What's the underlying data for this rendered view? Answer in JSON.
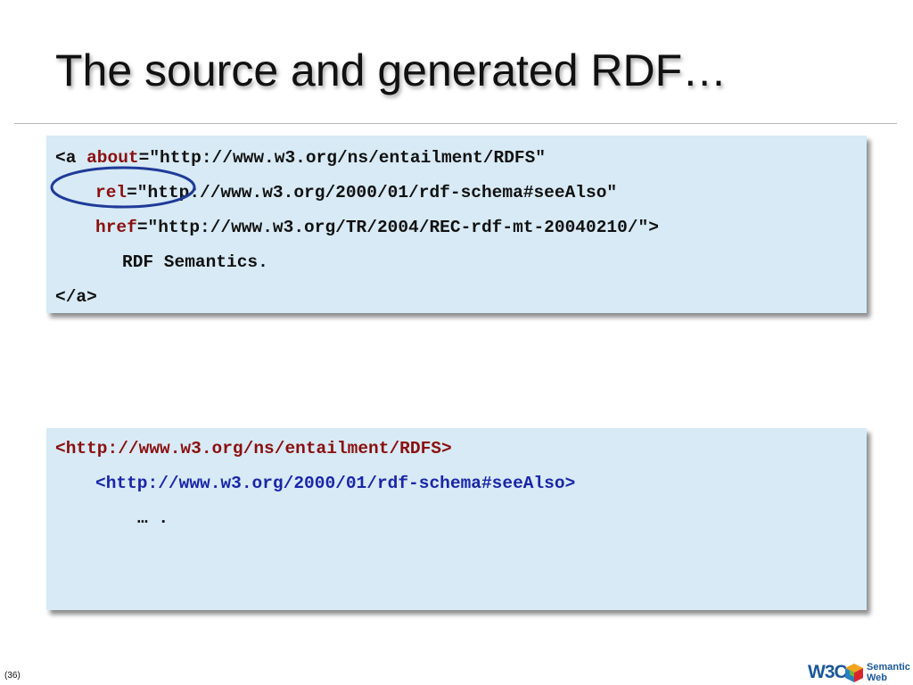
{
  "slide": {
    "title": "The source and generated RDF…",
    "page_number": "(36)"
  },
  "source_box": {
    "line1_open": "<a ",
    "line1_attr": "about",
    "line1_value": "=\"http://www.w3.org/ns/entailment/RDFS\"",
    "line2_attr": "rel",
    "line2_value": "=\"http://www.w3.org/2000/01/rdf-schema#seeAlso\"",
    "line3_attr": "href",
    "line3_value": "=\"http://www.w3.org/TR/2004/REC-rdf-mt-20040210/\">",
    "line4_text": "RDF Semantics.",
    "line5_close": "</a>"
  },
  "generated_box": {
    "subject": "<http://www.w3.org/ns/entailment/RDFS>",
    "predicate": "<http://www.w3.org/2000/01/rdf-schema#seeAlso>",
    "object_rest": "… ."
  },
  "logo": {
    "w3c": "W3C",
    "line1": "Semantic",
    "line2": "Web"
  },
  "colors": {
    "code_box_bg": "#d7eaf5",
    "attribute": "#8b0f0f",
    "predicate": "#1a26a8",
    "ellipse": "#1f3a99"
  },
  "icons": [
    "highlight-ellipse",
    "w3c-semantic-web-logo"
  ]
}
